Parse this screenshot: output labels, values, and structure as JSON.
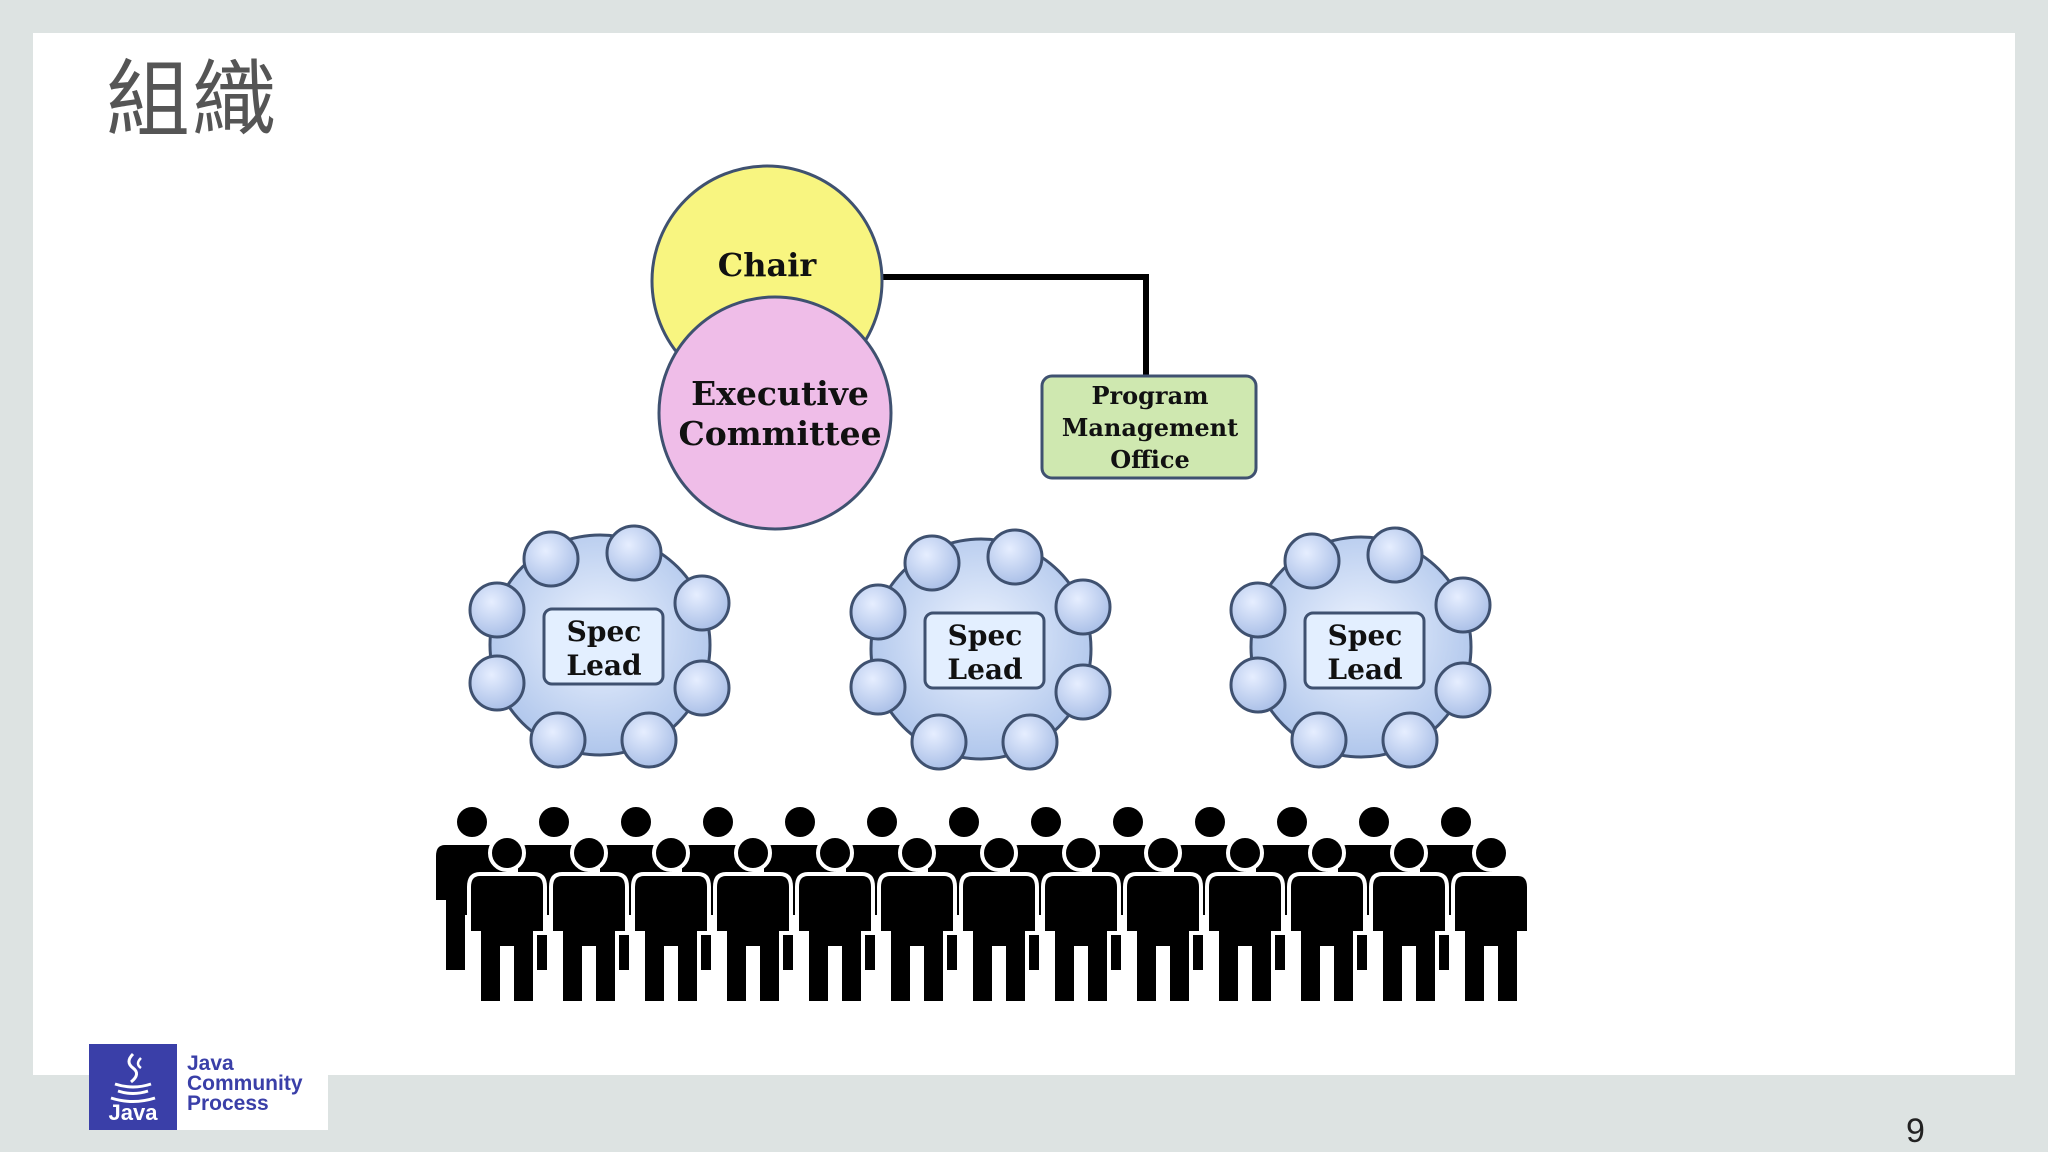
{
  "slide": {
    "title": "組織",
    "page_number": "9"
  },
  "diagram": {
    "chair": {
      "label": "Chair",
      "color": "#f8f580"
    },
    "executive_committee": {
      "label_line1": "Executive",
      "label_line2": "Committee",
      "color": "#efbde8"
    },
    "pmo": {
      "label_line1": "Program",
      "label_line2": "Management",
      "label_line3": "Office",
      "color": "#cfe8b0"
    },
    "spec_groups": [
      {
        "label_line1": "Spec",
        "label_line2": "Lead"
      },
      {
        "label_line1": "Spec",
        "label_line2": "Lead"
      },
      {
        "label_line1": "Spec",
        "label_line2": "Lead"
      }
    ],
    "members_icon": "crowd-icon",
    "spec_member_icon": "member-circle-icon"
  },
  "logo": {
    "word": "Java",
    "line1": "Java",
    "line2": "Community",
    "line3": "Process",
    "icon": "java-cup-icon",
    "color": "#3a3fa8"
  }
}
